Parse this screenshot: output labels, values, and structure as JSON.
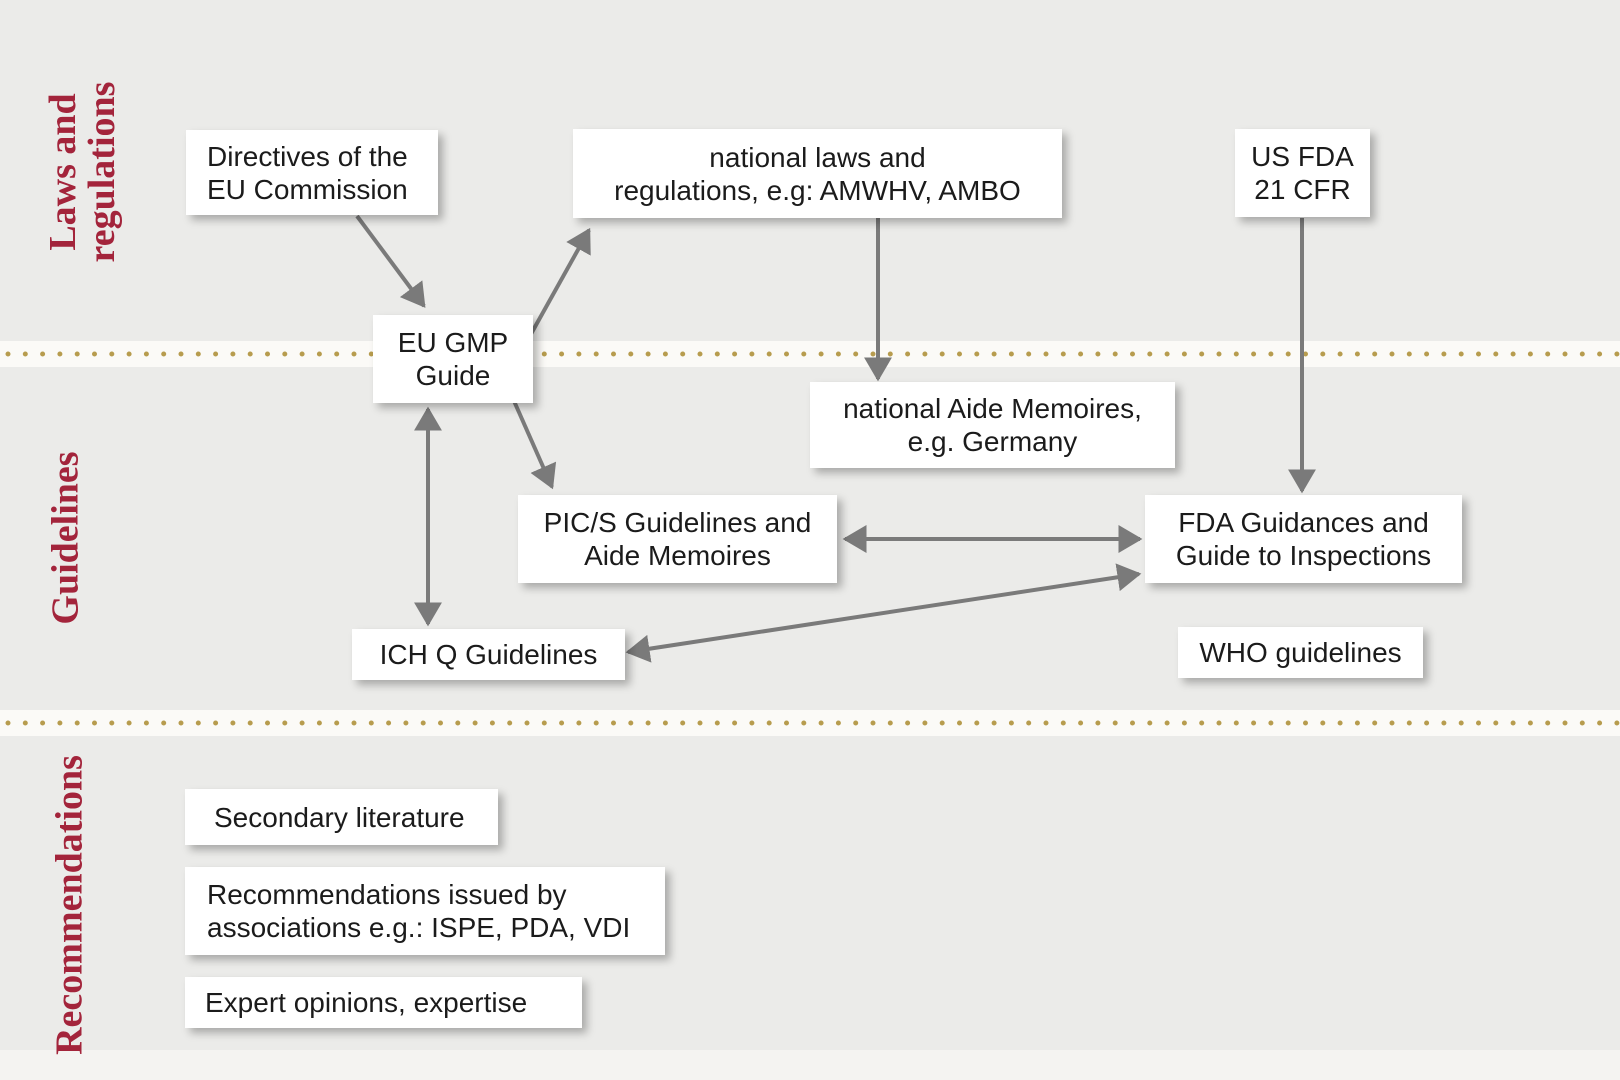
{
  "side_labels": {
    "laws": "Laws and\nregulations",
    "guidelines": "Guidelines",
    "recommendations": "Recommendations"
  },
  "boxes": {
    "directives": "Directives of the\nEU Commission",
    "national_laws": "national laws and\nregulations, e.g: AMWHV, AMBO",
    "us_fda": "US FDA\n21 CFR",
    "eu_gmp": "EU GMP\nGuide",
    "aide_memoires": "national Aide Memoires,\ne.g. Germany",
    "pics": "PIC/S Guidelines and\nAide Memoires",
    "fda_guidances": "FDA Guidances and\nGuide to Inspections",
    "ich_q": "ICH Q Guidelines",
    "who": "WHO guidelines",
    "secondary_literature": "Secondary literature",
    "association_recommendations": "Recommendations issued by\nassociations e.g.: ISPE, PDA, VDI",
    "expert_opinions": "Expert opinions, expertise"
  },
  "colors": {
    "background": "#ebebe9",
    "box_bg": "#ffffff",
    "box_text": "#1b1b1b",
    "label_red": "#a3243b",
    "arrow_gray": "#7a7a7a",
    "dot_gold": "#b79c4e",
    "divider_strip": "#fbfaf7",
    "footer_strip": "#f4f3f1"
  }
}
